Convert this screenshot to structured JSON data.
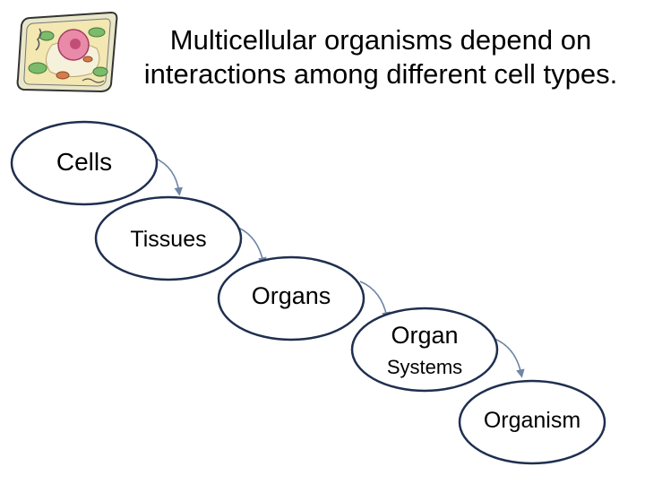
{
  "slide": {
    "title_line1": "Multicellular organisms depend on",
    "title_line2": "interactions among different cell types.",
    "illustration_icon": "plant-cell-icon"
  },
  "diagram": {
    "nodes": [
      {
        "label": "Cells"
      },
      {
        "label": "Tissues"
      },
      {
        "label": "Organs"
      },
      {
        "label": "Organ",
        "label2": "Systems"
      },
      {
        "label": "Organism"
      }
    ],
    "colors": {
      "ellipse_fill": "#ffffff",
      "ellipse_stroke": "#1f2f4f",
      "connector": "#6f86a6"
    }
  }
}
